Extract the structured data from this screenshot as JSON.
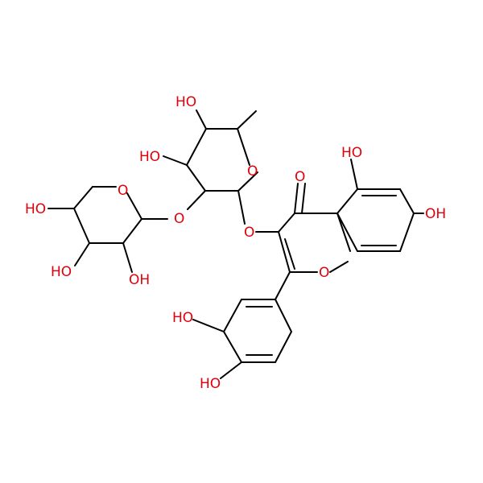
{
  "molecule": {
    "atom_labels": {
      "oh_sugar_top": "HO",
      "oh_sugar_mid": "HO",
      "oh_xyl_left": "HO",
      "oh_xyl_bottom_left": "HO",
      "oh_xyl_bottom_right": "OH",
      "o_ring_sugar": "O",
      "o_ring_xylose": "O",
      "o_glycosidic_1": "O",
      "o_glycosidic_2": "O",
      "o_ketone": "O",
      "oh_chromone_5": "HO",
      "oh_chromone_7": "OH",
      "o_chromone_ring": "O",
      "oh_phenyl_3": "HO",
      "oh_phenyl_4": "HO"
    },
    "colors": {
      "heteroatom": "#e0000b",
      "bond": "#000000",
      "background": "#ffffff"
    }
  }
}
